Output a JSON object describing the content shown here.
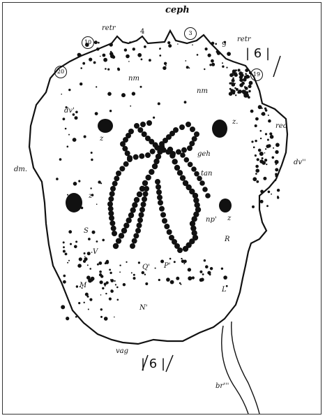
{
  "labels": {
    "ceph": "ceph",
    "retr_left": "retr",
    "retr_right": "retr",
    "seg10": "10",
    "seg4": "4",
    "seg3": "3",
    "seg9": "9",
    "seg20": "20",
    "seg19": "19",
    "plate_top": "| 6 |",
    "plate_bottom": "| 6 |",
    "nm_1": "nm",
    "nm_2": "nm",
    "dv_left": "dv'",
    "z_tl": "z",
    "z_tr": "z.",
    "rec": "rec",
    "dv_right": "dv''",
    "dm": "dm.",
    "geh": "geh",
    "tan": "tan",
    "z_ml": "z",
    "z_mr": "z",
    "np": "np'",
    "S": "S",
    "V": "V",
    "R": "R",
    "Q": "Q'",
    "P": "P'",
    "M": "M",
    "L": "L",
    "N": "N'",
    "vag": "vag",
    "br": "br'''"
  }
}
